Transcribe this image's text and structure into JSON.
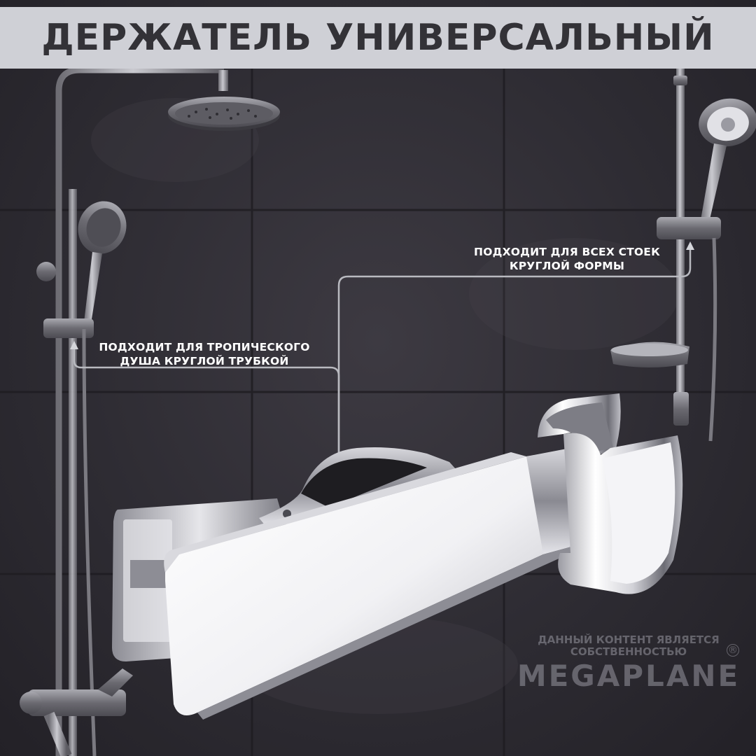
{
  "header": {
    "title": "ДЕРЖАТЕЛЬ УНИВЕРСАЛЬНЫЙ"
  },
  "callouts": {
    "right": {
      "line1": "ПОДХОДИТ ДЛЯ ВСЕХ СТОЕК",
      "line2": "КРУГЛОЙ ФОРМЫ"
    },
    "left": {
      "line1": "ПОДХОДИТ ДЛЯ ТРОПИЧЕСКОГО",
      "line2": "ДУША КРУГЛОЙ ТРУБКОЙ"
    }
  },
  "watermark": {
    "line1": "ДАННЫЙ КОНТЕНТ ЯВЛЯЕТСЯ",
    "line2": "СОБСТВЕННОСТЬЮ",
    "brand": "MEGAPLANE",
    "registered": "®"
  },
  "colors": {
    "title_band": "#cfd0d6",
    "title_text": "#333237",
    "callout_text": "#ffffff",
    "leader_line": "#b9bac0"
  },
  "icons": [
    "rain-shower-head-icon",
    "hand-shower-icon",
    "shower-rail-icon",
    "soap-dish-icon",
    "mixer-faucet-icon",
    "shower-holder-clamp-icon"
  ]
}
